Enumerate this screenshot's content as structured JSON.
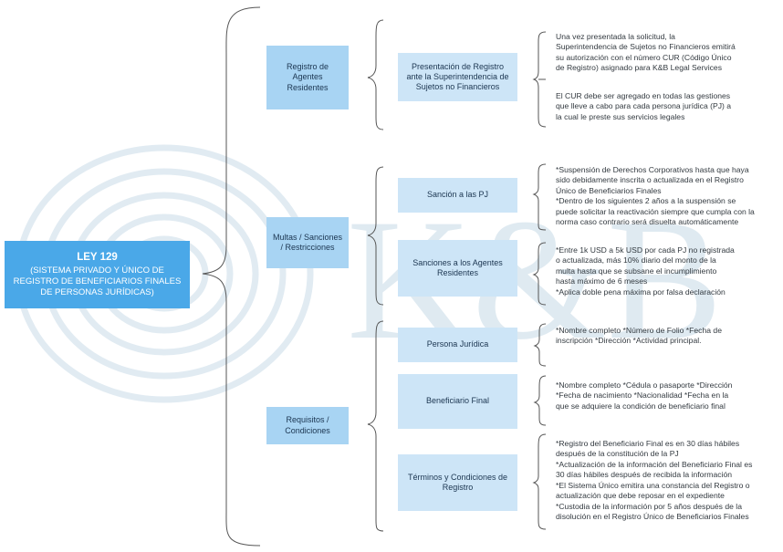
{
  "watermark": {
    "text": "K&B"
  },
  "root": {
    "title": "LEY 129",
    "subtitle": "(SISTEMA PRIVADO Y ÚNICO DE REGISTRO DE  BENEFICIARIOS FINALES DE PERSONAS JURÍDICAS)"
  },
  "branches": {
    "registro": "Registro de Agentes Residentes",
    "multas": "Multas / Sanciones / Restricciones",
    "requisitos": "Requisitos / Condiciones"
  },
  "subbranches": {
    "presentacion": "Presentación de Registro ante la Superintendencia de Sujetos no Financieros",
    "sancion_pj": "Sanción a las PJ",
    "sanciones_agentes": "Sanciones a los Agentes Residentes",
    "persona_juridica": "Persona Jurídica",
    "beneficiario_final": "Beneficiario Final",
    "terminos": "Términos y Condiciones de Registro"
  },
  "notes": {
    "presentacion_1": "Una vez presentada la solicitud, la\nSuperintendencia de Sujetos no Financieros emitirá\nsu autorización con el número CUR (Código Único\nde Registro) asignado para K&B Legal Services",
    "presentacion_2": "El CUR debe ser agregado en todas las gestiones\nque lleve a cabo para cada persona jurídica (PJ) a\nla cual le preste sus servicios legales",
    "sancion_pj": "*Suspensión de Derechos Corporativos hasta que haya\nsido debidamente  inscrita o actualizada en el Registro\nÚnico de Beneficiarios Finales\n*Dentro de los siguientes 2 años a la suspensión se\npuede solicitar la reactivación siempre que cumpla con la\nnorma caso contrario será disuelta automáticamente",
    "sanciones_agentes": "*Entre 1k USD a 5k USD por cada PJ no registrada\no actualizada, más 10% diario del monto de la\nmulta hasta que se subsane el incumplimiento\nhasta máximo de 6 meses\n*Aplica doble pena máxima por falsa declaración",
    "persona_juridica": "*Nombre completo  *Número de Folio *Fecha de\ninscripción *Dirección *Actividad principal.",
    "beneficiario_final": "*Nombre completo  *Cédula o pasaporte *Dirección\n*Fecha de nacimiento *Nacionalidad *Fecha en la\nque se adquiere la condición de beneficiario final",
    "terminos": "*Registro del Beneficiario Final es en 30 días hábiles\ndespués de la constitución de la PJ\n*Actualización de la información del Beneficiario Final es\n30 días hábiles después de recibida la información\n*El Sistema Único emitira una constancia del Registro o\nactualización que debe reposar en el expediente\n*Custodia de la información por 5 años después de la\ndisolución en el Registro Único de Beneficiarios Finales"
  },
  "colors": {
    "root": "#4aa8e8",
    "level1": "#a8d4f3",
    "level2": "#cde5f7",
    "line": "#555555",
    "watermark": "#dbe7ef"
  }
}
